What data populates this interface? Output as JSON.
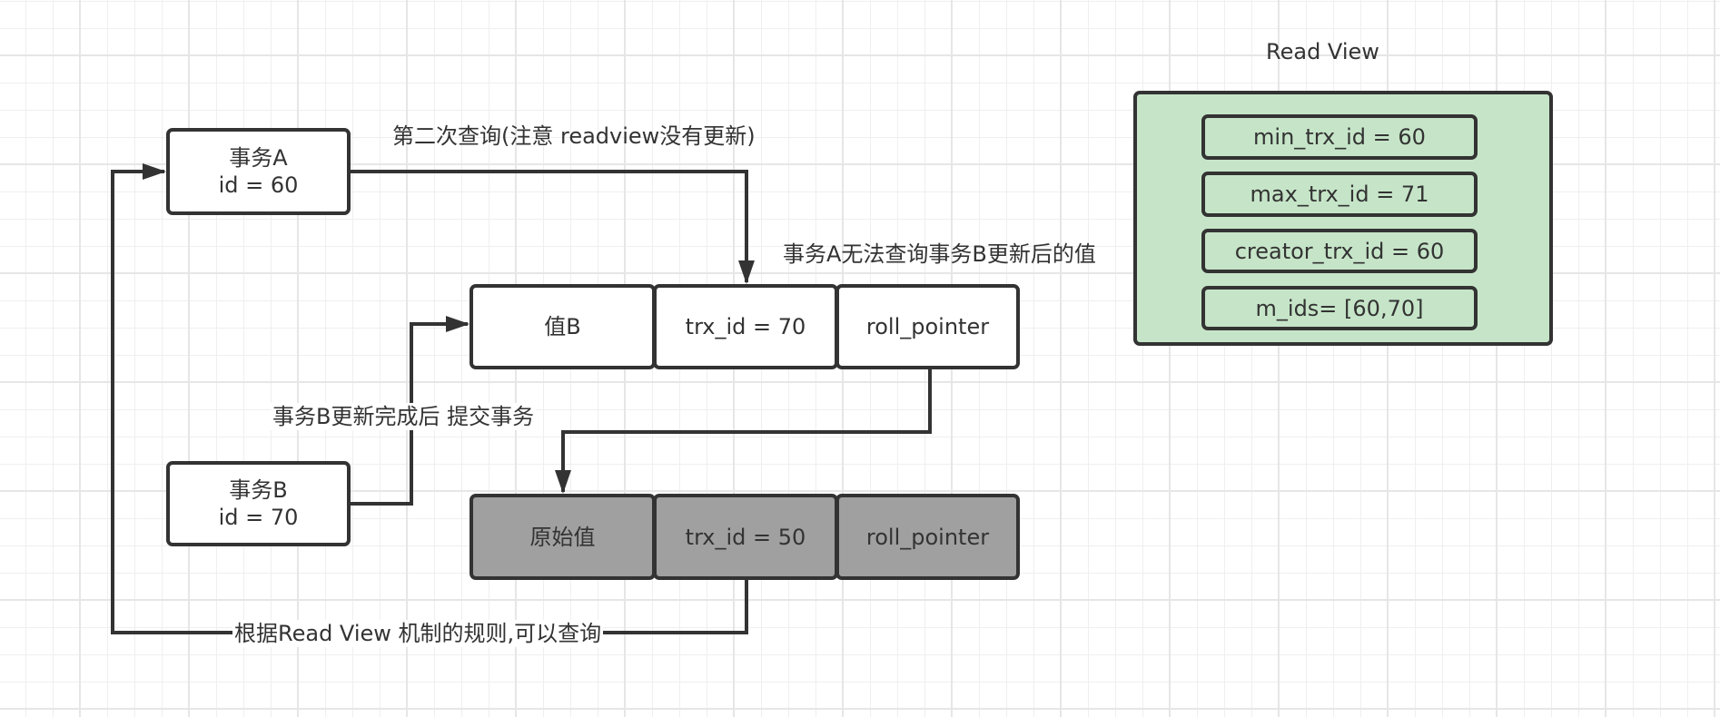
{
  "colors": {
    "stroke": "#333333",
    "undo_record_fill": "#a0a0a0",
    "read_view_fill": "#c6e5c8",
    "node_fill": "#ffffff"
  },
  "transactions": {
    "a": {
      "name": "事务A",
      "id": "id = 60"
    },
    "b": {
      "name": "事务B",
      "id": "id = 70"
    }
  },
  "records": {
    "current": {
      "value": "值B",
      "trx_id": "trx_id = 70",
      "roll_pointer": "roll_pointer"
    },
    "undo": {
      "value": "原始值",
      "trx_id": "trx_id = 50",
      "roll_pointer": "roll_pointer"
    }
  },
  "edge_labels": {
    "second_query": "第二次查询(注意 readview没有更新)",
    "cannot_see": "事务A无法查询事务B更新后的值",
    "b_commit": "事务B更新完成后 提交事务",
    "readview_rule": "根据Read View 机制的规则,可以查询"
  },
  "read_view": {
    "title": "Read View",
    "fields": [
      "min_trx_id = 60",
      "max_trx_id = 71",
      "creator_trx_id = 60",
      "m_ids= [60,70]"
    ]
  }
}
